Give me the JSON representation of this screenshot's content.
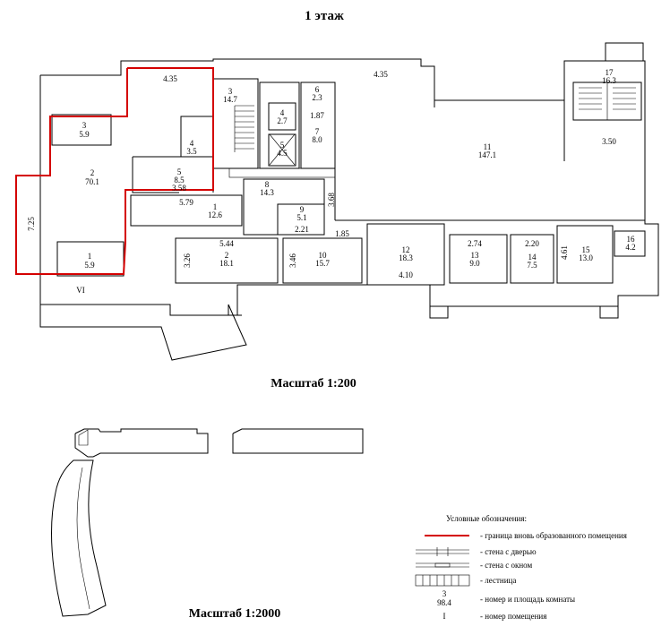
{
  "title": "1 этаж",
  "scale_main": "Масштаб 1:200",
  "scale_site": "Масштаб 1:2000",
  "premise_id": "VI",
  "rooms": [
    {
      "num": "3",
      "area": "5.9"
    },
    {
      "num": "2",
      "area": "70.1"
    },
    {
      "num": "1",
      "area": "5.9"
    },
    {
      "num": "4",
      "area": "3.5"
    },
    {
      "num": "5",
      "area": "8.5"
    },
    {
      "num": "3",
      "area": "14.7"
    },
    {
      "num": "4",
      "area": "2.7"
    },
    {
      "num": "5",
      "area": "4.5"
    },
    {
      "num": "6",
      "area": "2.3"
    },
    {
      "num": "7",
      "area": "8.0"
    },
    {
      "num": "8",
      "area": "14.3"
    },
    {
      "num": "1",
      "area": "12.6"
    },
    {
      "num": "9",
      "area": "5.1"
    },
    {
      "num": "2",
      "area": "18.1"
    },
    {
      "num": "10",
      "area": "15.7"
    },
    {
      "num": "11",
      "area": "147.1"
    },
    {
      "num": "12",
      "area": "18.3"
    },
    {
      "num": "13",
      "area": "9.0"
    },
    {
      "num": "14",
      "area": "7.5"
    },
    {
      "num": "15",
      "area": "13.0"
    },
    {
      "num": "16",
      "area": "4.2"
    },
    {
      "num": "17",
      "area": "16.3"
    }
  ],
  "dimensions": [
    "4.35",
    "4.35",
    "1.87",
    "3.58",
    "5.79",
    "7.25",
    "3.68",
    "2.21",
    "5.44",
    "3.26",
    "3.46",
    "1.85",
    "4.10",
    "2.74",
    "2.20",
    "4.61",
    "3.50"
  ],
  "legend": {
    "title": "Условные обозначения:",
    "items": [
      "- граница вновь образованного помещения",
      "- стена с дверью",
      "- стена с окном",
      "- лестница",
      "- номер и площадь комнаты",
      "- номер помещения"
    ],
    "sample_room_num": "3",
    "sample_room_area": "98.4",
    "sample_premise": "I"
  },
  "colors": {
    "boundary": "#d40000",
    "lines": "#000000"
  }
}
